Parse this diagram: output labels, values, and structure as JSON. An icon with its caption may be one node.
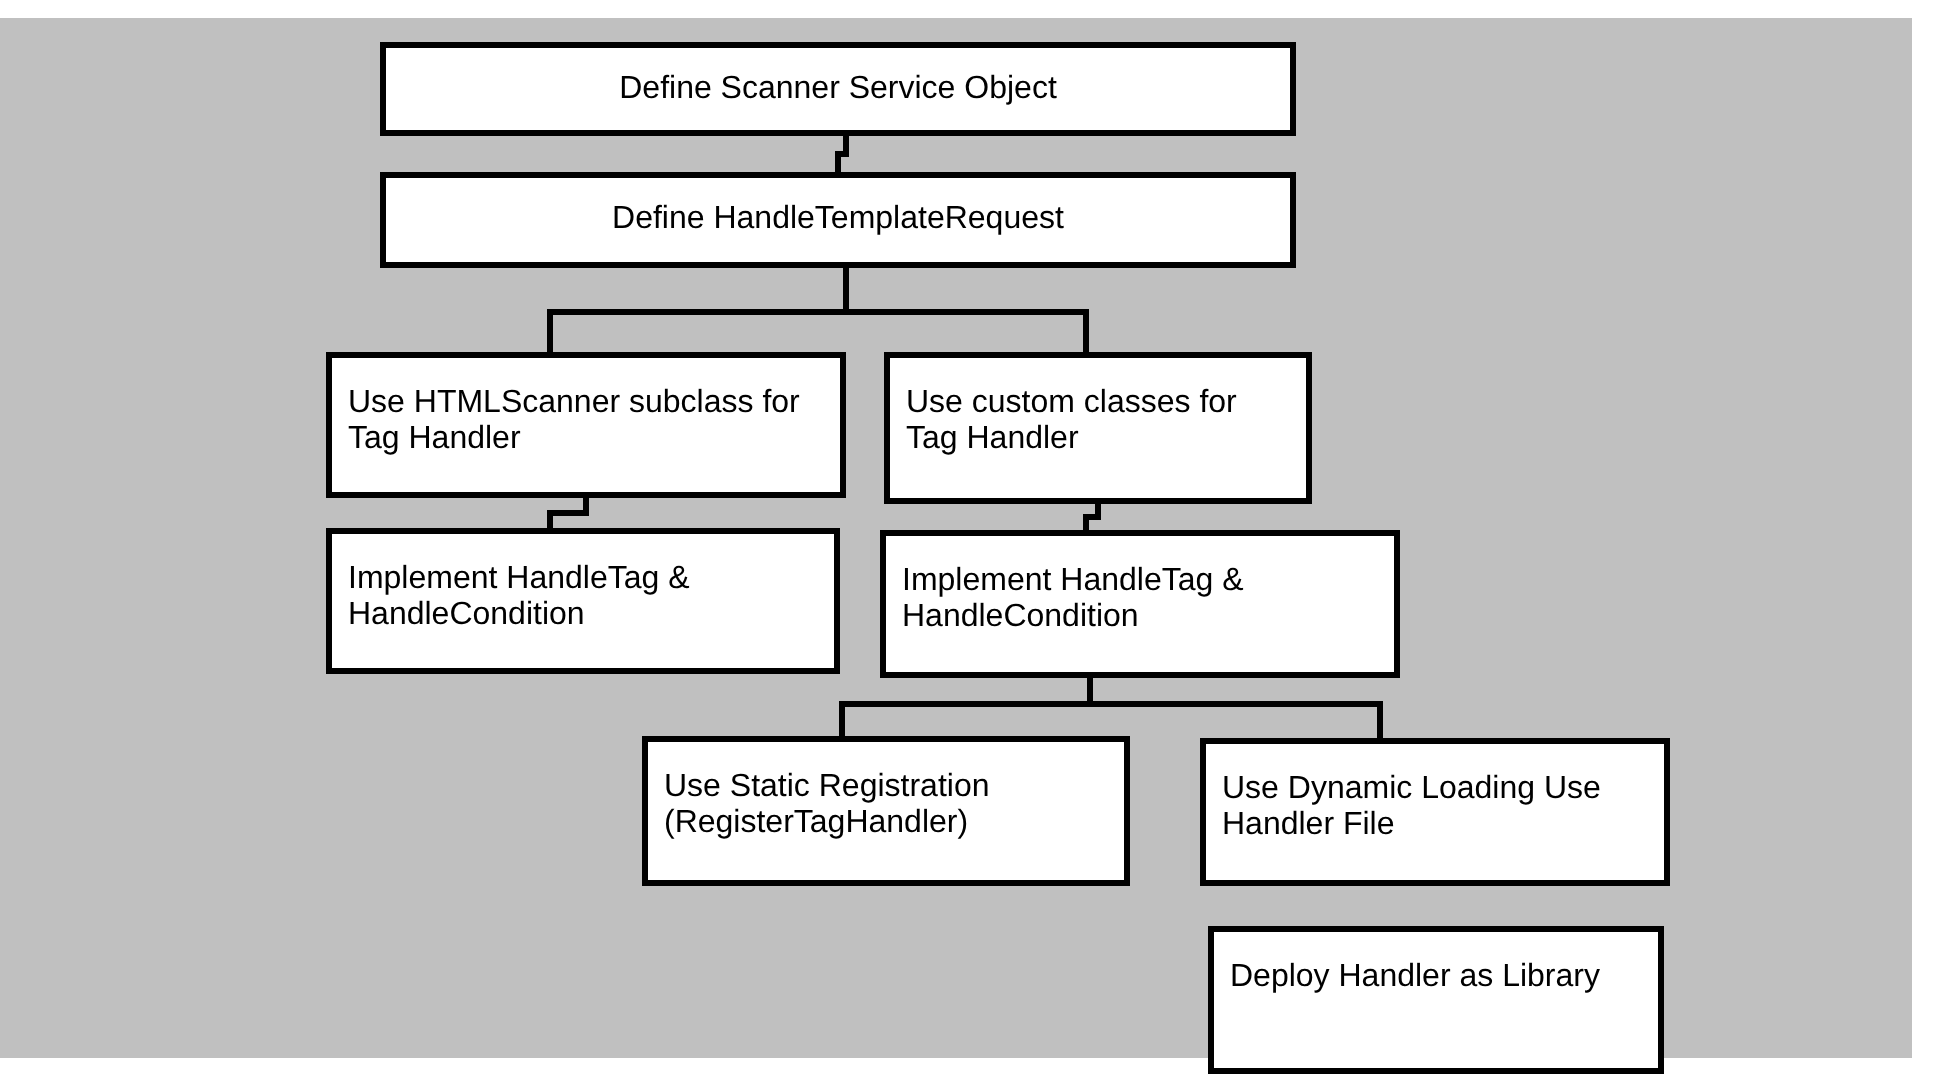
{
  "diagram": {
    "nodes": [
      {
        "text": [
          "Define Scanner Service Object"
        ]
      },
      {
        "text": [
          "Define HandleTemplateRequest"
        ]
      },
      {
        "text": [
          "Use HTMLScanner subclass for Tag Handler"
        ]
      },
      {
        "text": [
          "Use custom classes for Tag Handler"
        ]
      },
      {
        "text": [
          "Implement HandleTag & HandleCondition"
        ]
      },
      {
        "text": [
          "Implement HandleTag & HandleCondition"
        ]
      },
      {
        "text": [
          "Use Static Registration (RegisterTagHandler)"
        ]
      },
      {
        "text": [
          "Use Dynamic Loading Use Handler File"
        ]
      },
      {
        "text": [
          "Deploy Handler as Library"
        ]
      }
    ],
    "edges": [
      {
        "from": 0,
        "to": 1,
        "arrow": "none"
      },
      {
        "from": 1,
        "to": 2,
        "arrow": "none"
      },
      {
        "from": 1,
        "to": 3,
        "arrow": "none"
      },
      {
        "from": 2,
        "to": 4,
        "arrow": "none"
      },
      {
        "from": 3,
        "to": 5,
        "arrow": "none"
      },
      {
        "from": 5,
        "to": 6,
        "arrow": "none"
      },
      {
        "from": 5,
        "to": 7,
        "arrow": "none"
      }
    ]
  }
}
